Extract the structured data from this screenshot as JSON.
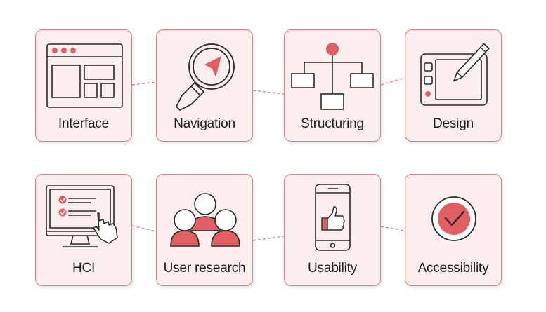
{
  "cards": [
    {
      "label": "Interface",
      "icon": "browser-window-icon"
    },
    {
      "label": "Navigation",
      "icon": "magnifier-cursor-icon"
    },
    {
      "label": "Structuring",
      "icon": "hierarchy-icon"
    },
    {
      "label": "Design",
      "icon": "drawing-tablet-icon"
    },
    {
      "label": "HCI",
      "icon": "monitor-checklist-icon"
    },
    {
      "label": "User research",
      "icon": "users-group-icon"
    },
    {
      "label": "Usability",
      "icon": "phone-thumbs-up-icon"
    },
    {
      "label": "Accessibility",
      "icon": "check-circle-icon"
    }
  ],
  "colors": {
    "accent": "#e15f62",
    "card_fill": "#fdeeee",
    "card_border": "#e77a7a",
    "stroke": "#2a2a2a"
  }
}
